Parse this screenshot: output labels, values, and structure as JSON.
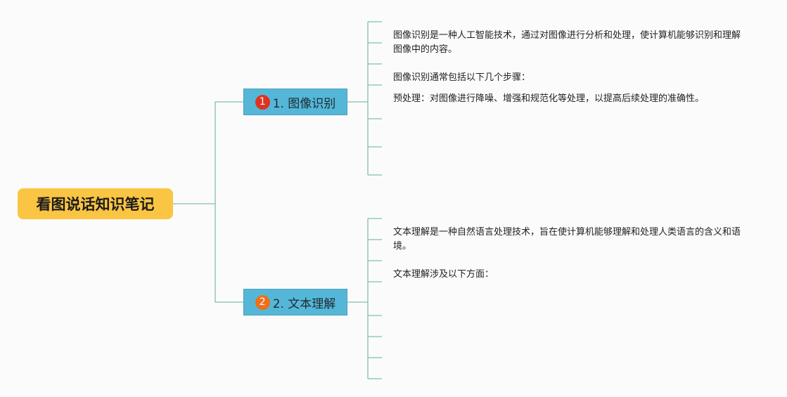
{
  "root": {
    "label": "看图说话知识笔记"
  },
  "topics": [
    {
      "marker": "1",
      "label": "1. 图像识别",
      "color": "#e0321f",
      "subitems": [
        "图像识别是一种人工智能技术，通过对图像进行分析和处理，使计算机能够识别和理解图像中的内容。",
        "图像识别通常包括以下几个步骤：",
        "预处理：对图像进行降噪、增强和规范化等处理，以提高后续处理的准确性。"
      ]
    },
    {
      "marker": "2",
      "label": "2. 文本理解",
      "color": "#ee6f1b",
      "subitems": [
        "文本理解是一种自然语言处理技术，旨在使计算机能够理解和处理人类语言的含义和语境。",
        "文本理解涉及以下方面："
      ]
    }
  ],
  "colors": {
    "root_fill": "#f9c543",
    "topic_fill": "#55b7d8",
    "connector": "#7fbfae",
    "background": "#fbfbfb"
  }
}
